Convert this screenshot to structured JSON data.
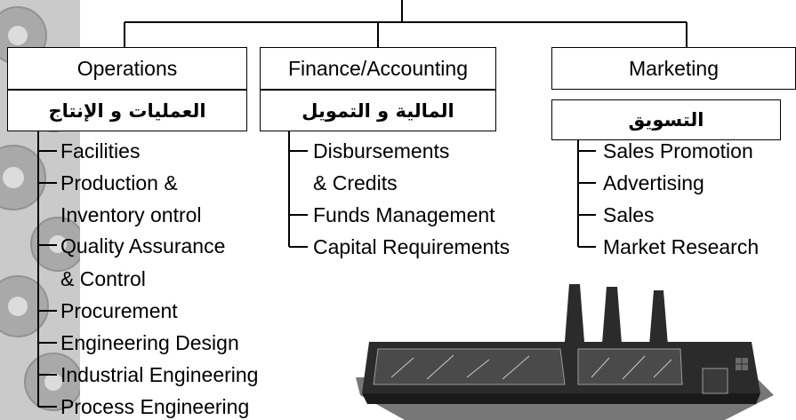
{
  "departments": {
    "operations": {
      "title": "Operations",
      "title_ar": "العمليات و الإنتاج",
      "items": [
        "Facilities",
        "Production &",
        "Inventory ontrol",
        "Quality Assurance",
        "& Control",
        "Procurement",
        "Engineering Design",
        "Industrial Engineering",
        "Process Engineering"
      ]
    },
    "finance": {
      "title": "Finance/Accounting",
      "title_ar": "المالية و التمويل",
      "items": [
        "Disbursements",
        "& Credits",
        "Funds Management",
        "Capital Requirements"
      ]
    },
    "marketing": {
      "title": "Marketing",
      "title_ar": "التسويق",
      "items": [
        "Sales Promotion",
        "Advertising",
        "Sales",
        "Market Research"
      ]
    }
  },
  "colors": {
    "line": "#000000",
    "box_fill": "#ffffff",
    "gear_background": "#8c8c8c",
    "factory_body": "#2b2b2b",
    "factory_windows": "#4a4a4a",
    "factory_ground": "#777777"
  },
  "icons": {
    "background": "gears-texture-icon",
    "illustration": "factory-icon"
  }
}
